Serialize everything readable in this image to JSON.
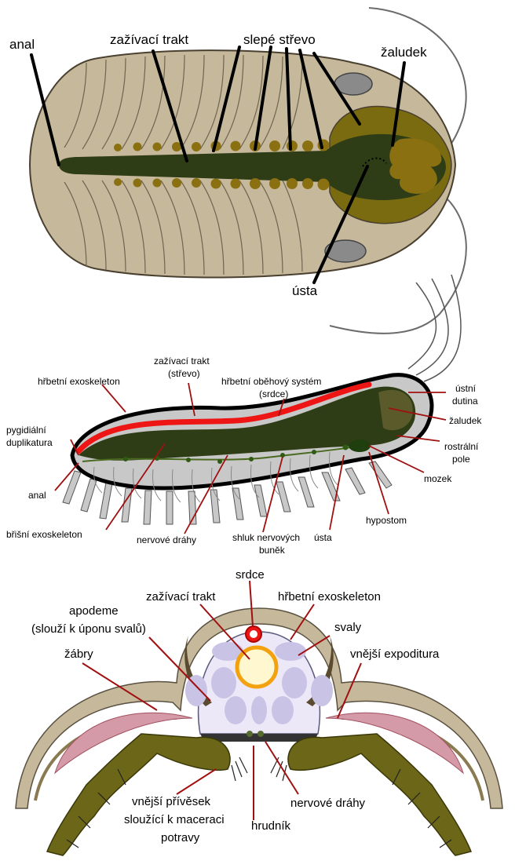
{
  "panel1": {
    "labels": {
      "anal": "anal",
      "gut": "zažívací trakt",
      "caeca": "slepé střevo",
      "stomach": "žaludek",
      "mouth": "ústa"
    }
  },
  "panel2": {
    "labels": {
      "dorsal_exo": "hřbetní exoskeleton",
      "gut_a": "zažívací trakt",
      "gut_b": "(střevo)",
      "circ_a": "hřbetní oběhový systém",
      "circ_b": "(srdce)",
      "pyg_a": "pygidiální",
      "pyg_b": "duplikatura",
      "anal": "anal",
      "ventral_exo": "břišní exoskeleton",
      "nerve": "nervové dráhy",
      "ganglia_a": "shluk nervových",
      "ganglia_b": "buněk",
      "mouth": "ústa",
      "hypostome": "hypostom",
      "brain": "mozek",
      "rostral_a": "rostrální",
      "rostral_b": "pole",
      "stomach": "žaludek",
      "oral_a": "ústní",
      "oral_b": "dutina"
    }
  },
  "panel3": {
    "labels": {
      "heart": "srdce",
      "gut": "zažívací trakt",
      "dorsal_exo": "hřbetní exoskeleton",
      "apodeme_a": "apodeme",
      "apodeme_b": "(slouží k úponu svalů)",
      "muscles": "svaly",
      "gills": "žábry",
      "exopodite": "vnější expoditura",
      "nerve": "nervové dráhy",
      "gnatho_a": "vnější přívěsek",
      "gnatho_b": "sloužící k maceraci",
      "gnatho_c": "potravy",
      "thorax": "hrudník"
    }
  },
  "colors": {
    "body_tan": "#c6b89b",
    "body_outline": "#4a4030",
    "gut_dark": "#2f3d17",
    "caeca_olive": "#8a7010",
    "heart_red": "#ee1515",
    "leg_grey": "#c8c8c8",
    "muscle_lavender": "#c9c4e6",
    "gut_orange": "#f3a20f",
    "leg_olive": "#6b6618",
    "gill_pink": "#d59aa7"
  }
}
